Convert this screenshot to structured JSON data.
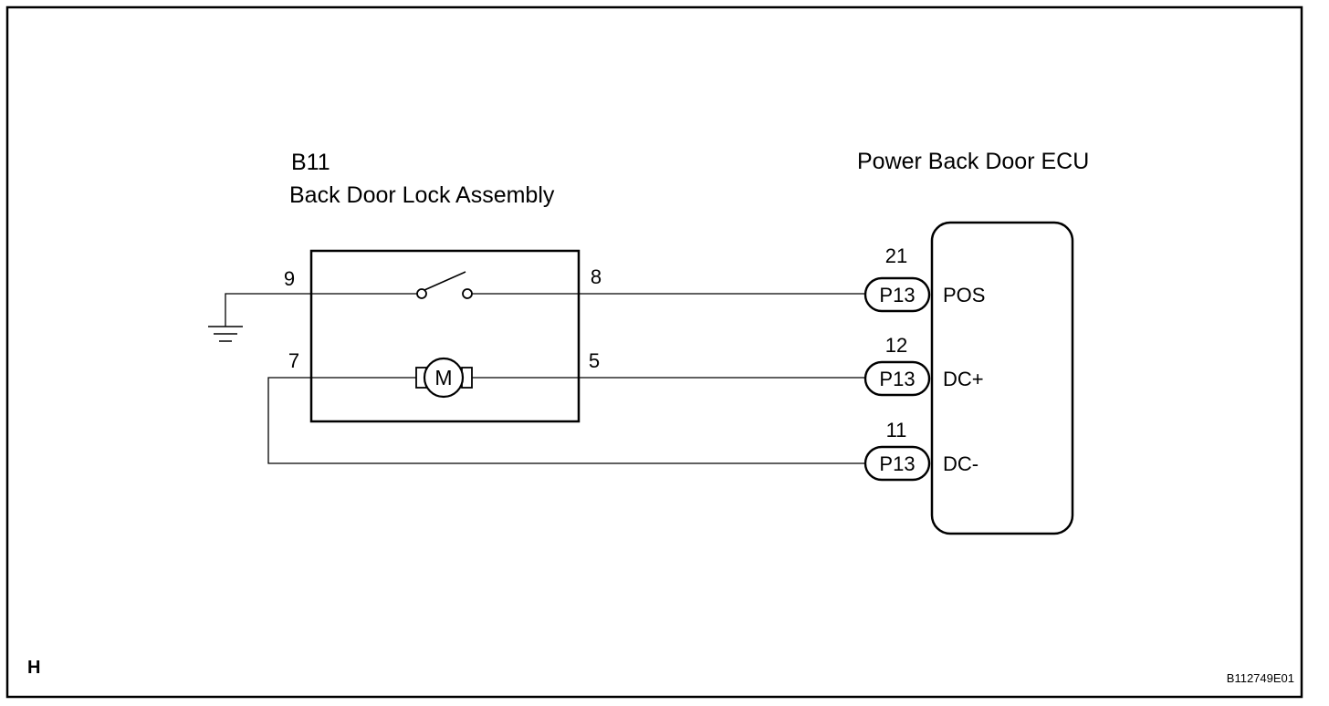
{
  "frame": {
    "border_color": "#000000",
    "background": "#ffffff"
  },
  "component": {
    "code": "B11",
    "name": "Back Door Lock Assembly",
    "pins": {
      "ground": "9",
      "switch_out": "8",
      "motor_left": "7",
      "motor_right": "5"
    },
    "motor_symbol": "M",
    "icons": {
      "ground": "ground-icon",
      "switch": "switch-icon",
      "motor": "motor-icon"
    }
  },
  "ecu": {
    "title": "Power Back Door ECU",
    "terminals": [
      {
        "pin": "21",
        "connector": "P13",
        "signal": "POS"
      },
      {
        "pin": "12",
        "connector": "P13",
        "signal": "DC+"
      },
      {
        "pin": "11",
        "connector": "P13",
        "signal": "DC-"
      }
    ]
  },
  "footer": {
    "section_letter": "H",
    "figure_code": "B112749E01"
  }
}
